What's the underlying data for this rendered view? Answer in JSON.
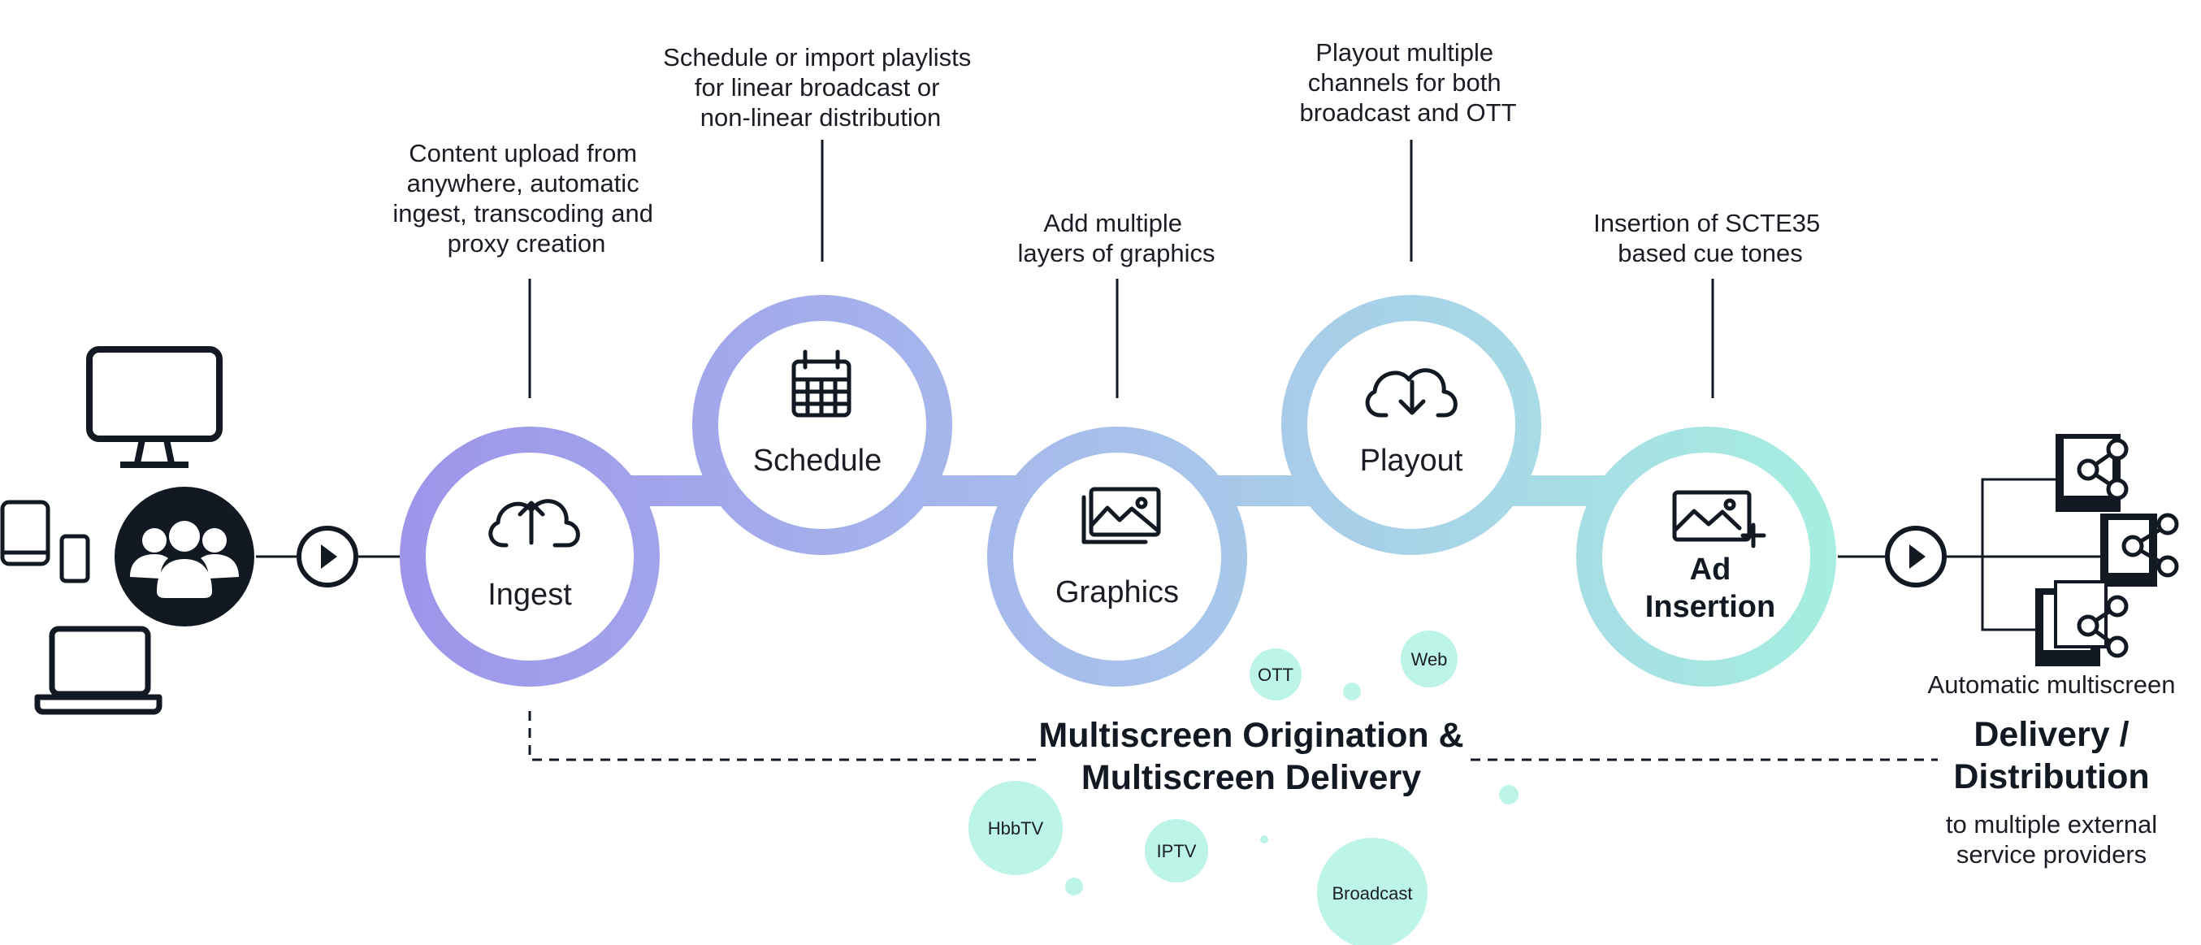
{
  "colors": {
    "ink": "#121922",
    "grad_start": "#9e94ea",
    "grad_mid": "#a8c1ec",
    "grad_end": "#a6efe0",
    "bubble": "#bdf4e8"
  },
  "annotations": {
    "ingest": [
      "Content upload from",
      "anywhere, automatic",
      "ingest, transcoding and",
      "proxy creation"
    ],
    "schedule": [
      "Schedule or import playlists",
      "for linear broadcast or",
      "non-linear distribution"
    ],
    "graphics": [
      "Add multiple",
      "layers of graphics"
    ],
    "playout": [
      "Playout multiple",
      "channels for both",
      "broadcast and OTT"
    ],
    "ad_insertion": [
      "Insertion of SCTE35",
      "based cue tones"
    ]
  },
  "steps": {
    "ingest": {
      "label": "Ingest",
      "icon": "cloud-upload-icon"
    },
    "schedule": {
      "label": "Schedule",
      "icon": "calendar-icon"
    },
    "graphics": {
      "label": "Graphics",
      "icon": "image-layers-icon"
    },
    "playout": {
      "label": "Playout",
      "icon": "cloud-download-icon"
    },
    "ad_insertion": {
      "label_lines": [
        "Ad",
        "Insertion"
      ],
      "icon": "image-add-icon"
    }
  },
  "center": {
    "lines": [
      "Multiscreen Origination &",
      "Multiscreen Delivery"
    ]
  },
  "bubbles": {
    "ott": "OTT",
    "web": "Web",
    "hbbtv": "HbbTV",
    "iptv": "IPTV",
    "broadcast": "Broadcast"
  },
  "delivery": {
    "top": "Automatic multiscreen",
    "title": [
      "Delivery /",
      "Distribution"
    ],
    "bottom": [
      "to multiple external",
      "service providers"
    ]
  },
  "devices": [
    "monitor-icon",
    "tablet-icon",
    "phone-icon",
    "laptop-icon",
    "users-icon"
  ]
}
